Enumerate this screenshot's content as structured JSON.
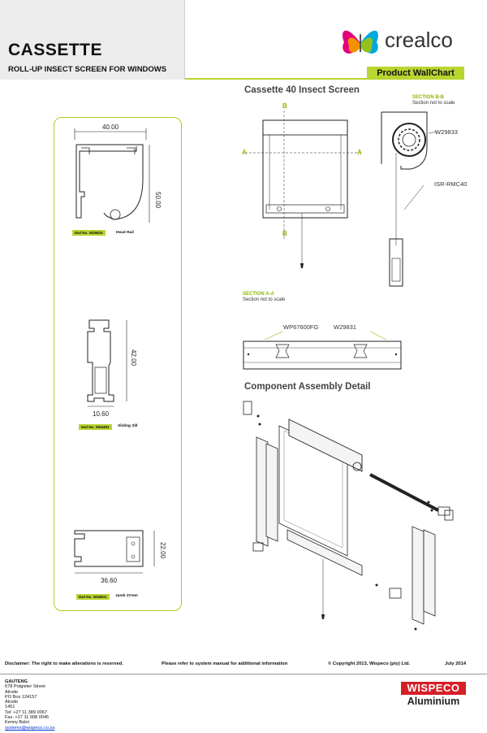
{
  "header": {
    "title": "CASSETTE",
    "subtitle": "ROLL-UP INSECT SCREEN FOR WINDOWS",
    "brand": "crealco",
    "badge": "Product WallChart"
  },
  "profiles": [
    {
      "width": "40.00",
      "height": "50.00",
      "dwg": "Dwl No. W29833",
      "caption": "Head Rail"
    },
    {
      "width": "10.60",
      "height": "42.00",
      "dwg": "Dwl No. W54453",
      "caption": "Sliding Sill"
    },
    {
      "width": "36.60",
      "height": "22.00",
      "dwg": "Dwl No. W29831",
      "caption": "Jamb 37mm"
    }
  ],
  "screen": {
    "title": "Cassette 40 Insect Screen",
    "marker_b_top": "B",
    "marker_b_bottom": "B",
    "marker_a_left": "A",
    "marker_a_right": "A",
    "section_bb": "SECTION B-B",
    "section_bb_note": "Section not to scale",
    "code_top": "W29833",
    "code_side": "ISR-RMC40",
    "section_aa": "SECTION A-A",
    "section_aa_note": "Section not to scale",
    "code_aa_1": "WP67600FG",
    "code_aa_2": "W29831"
  },
  "assembly": {
    "title": "Component Assembly Detail"
  },
  "footer": {
    "disclaimer": "Disclaimer: The right to make alterations is reserved.",
    "manual": "Please refer to system manual for additional information",
    "copyright": "© Copyright 2013, Wispeco (pty) Ltd.",
    "date": "July 2014"
  },
  "contact": {
    "region": "GAUTENG",
    "lines": [
      "678 Potgieter Street",
      "Alrode",
      "PO Box 124157",
      "Alrode",
      "1451",
      "Tel: +27 11 389 0067",
      "Fax: +27 11 908 0045",
      "Kenny Baloi"
    ],
    "email": "systems@wispeco.co.za"
  },
  "wispeco": {
    "top": "WISPECO",
    "bottom": "Aluminium"
  },
  "colors": {
    "accent_green": "#b8d530",
    "wispeco_red": "#d51f28"
  }
}
